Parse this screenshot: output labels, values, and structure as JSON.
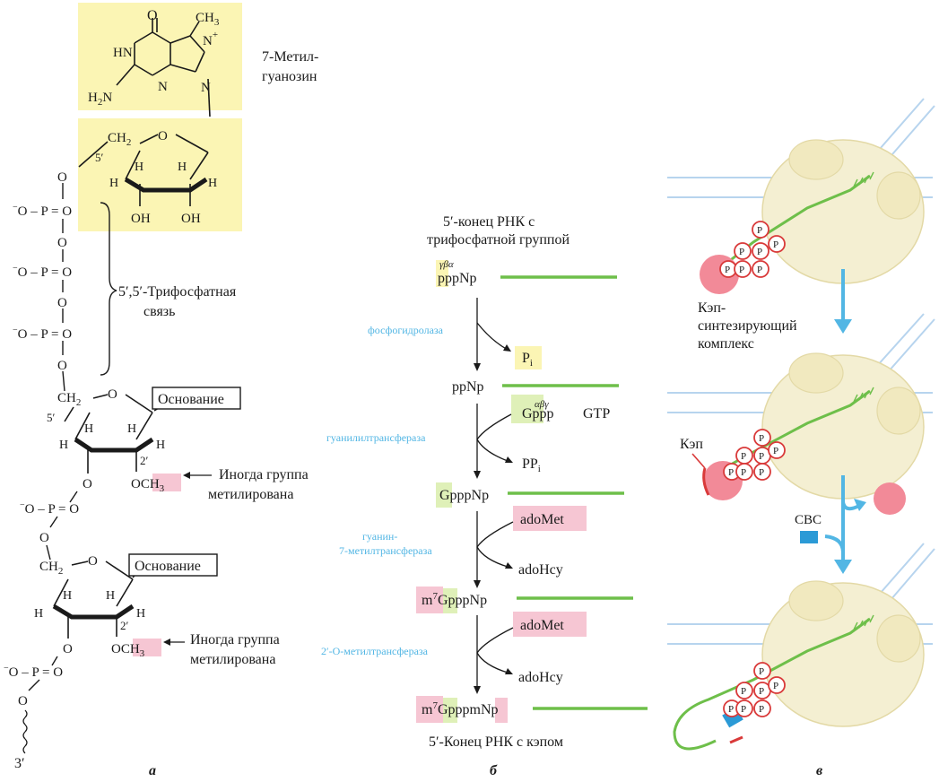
{
  "colors": {
    "highlight_yellow": "#fbf5b4",
    "highlight_green": "#dff0b8",
    "highlight_pink": "#f6c6d3",
    "rna_green": "#6ebf4a",
    "enzyme_blue": "#52b6e4",
    "phosphate_red": "#d93a3a",
    "cap_complex": "#f28a98",
    "ribosome": "#f4efd2",
    "cbc_blue": "#2b9ad6"
  },
  "panel_a": {
    "label": "а",
    "methylguanosine_label_1": "7-Метил-",
    "methylguanosine_label_2": "гуанозин",
    "triphosphate_label_1": "5′,5′-Трифосфатная",
    "triphosphate_label_2": "связь",
    "base_label_1": "Основание",
    "base_label_2": "Основание",
    "methyl_note_1a": "Иногда группа",
    "methyl_note_1b": "метилирована",
    "methyl_note_2a": "Иногда группа",
    "methyl_note_2b": "метилирована",
    "three_prime": "3′"
  },
  "panel_b": {
    "label": "б",
    "header_1": "5′-конец РНК с",
    "header_2": "трифосфатной группой",
    "greek_1": "γβα",
    "species_1": "pppNp",
    "enzyme_1": "фосфогидролаза",
    "product_1": "P",
    "product_1_sub": "i",
    "species_2": "ppNp",
    "gtp_label": "GTP",
    "greek_2": "αβγ",
    "gppp_label": "Gppp",
    "enzyme_2": "гуанилилтрансфераза",
    "product_2": "PP",
    "product_2_sub": "i",
    "species_3": "GpppNp",
    "adomet_1": "adoMet",
    "enzyme_3a": "гуанин-",
    "enzyme_3b": "7-метилтрансфераза",
    "adohcy_1": "adoHcy",
    "species_4": "GpppNp",
    "m7_prefix": "m",
    "m7_sup": "7",
    "adomet_2": "adoMet",
    "enzyme_4": "2′-O-метилтрансфераза",
    "adohcy_2": "adoHcy",
    "species_5_prefix": "m",
    "species_5_sup": "7",
    "species_5": "GpppmNp",
    "footer": "5′-Конец РНК с кэпом"
  },
  "panel_c": {
    "label": "в",
    "complex_label_1": "Кэп-",
    "complex_label_2": "синтезирующий",
    "complex_label_3": "комплекс",
    "cap_label": "Кэп",
    "cbc_label": "CBC",
    "phosphate_symbol": "P"
  }
}
